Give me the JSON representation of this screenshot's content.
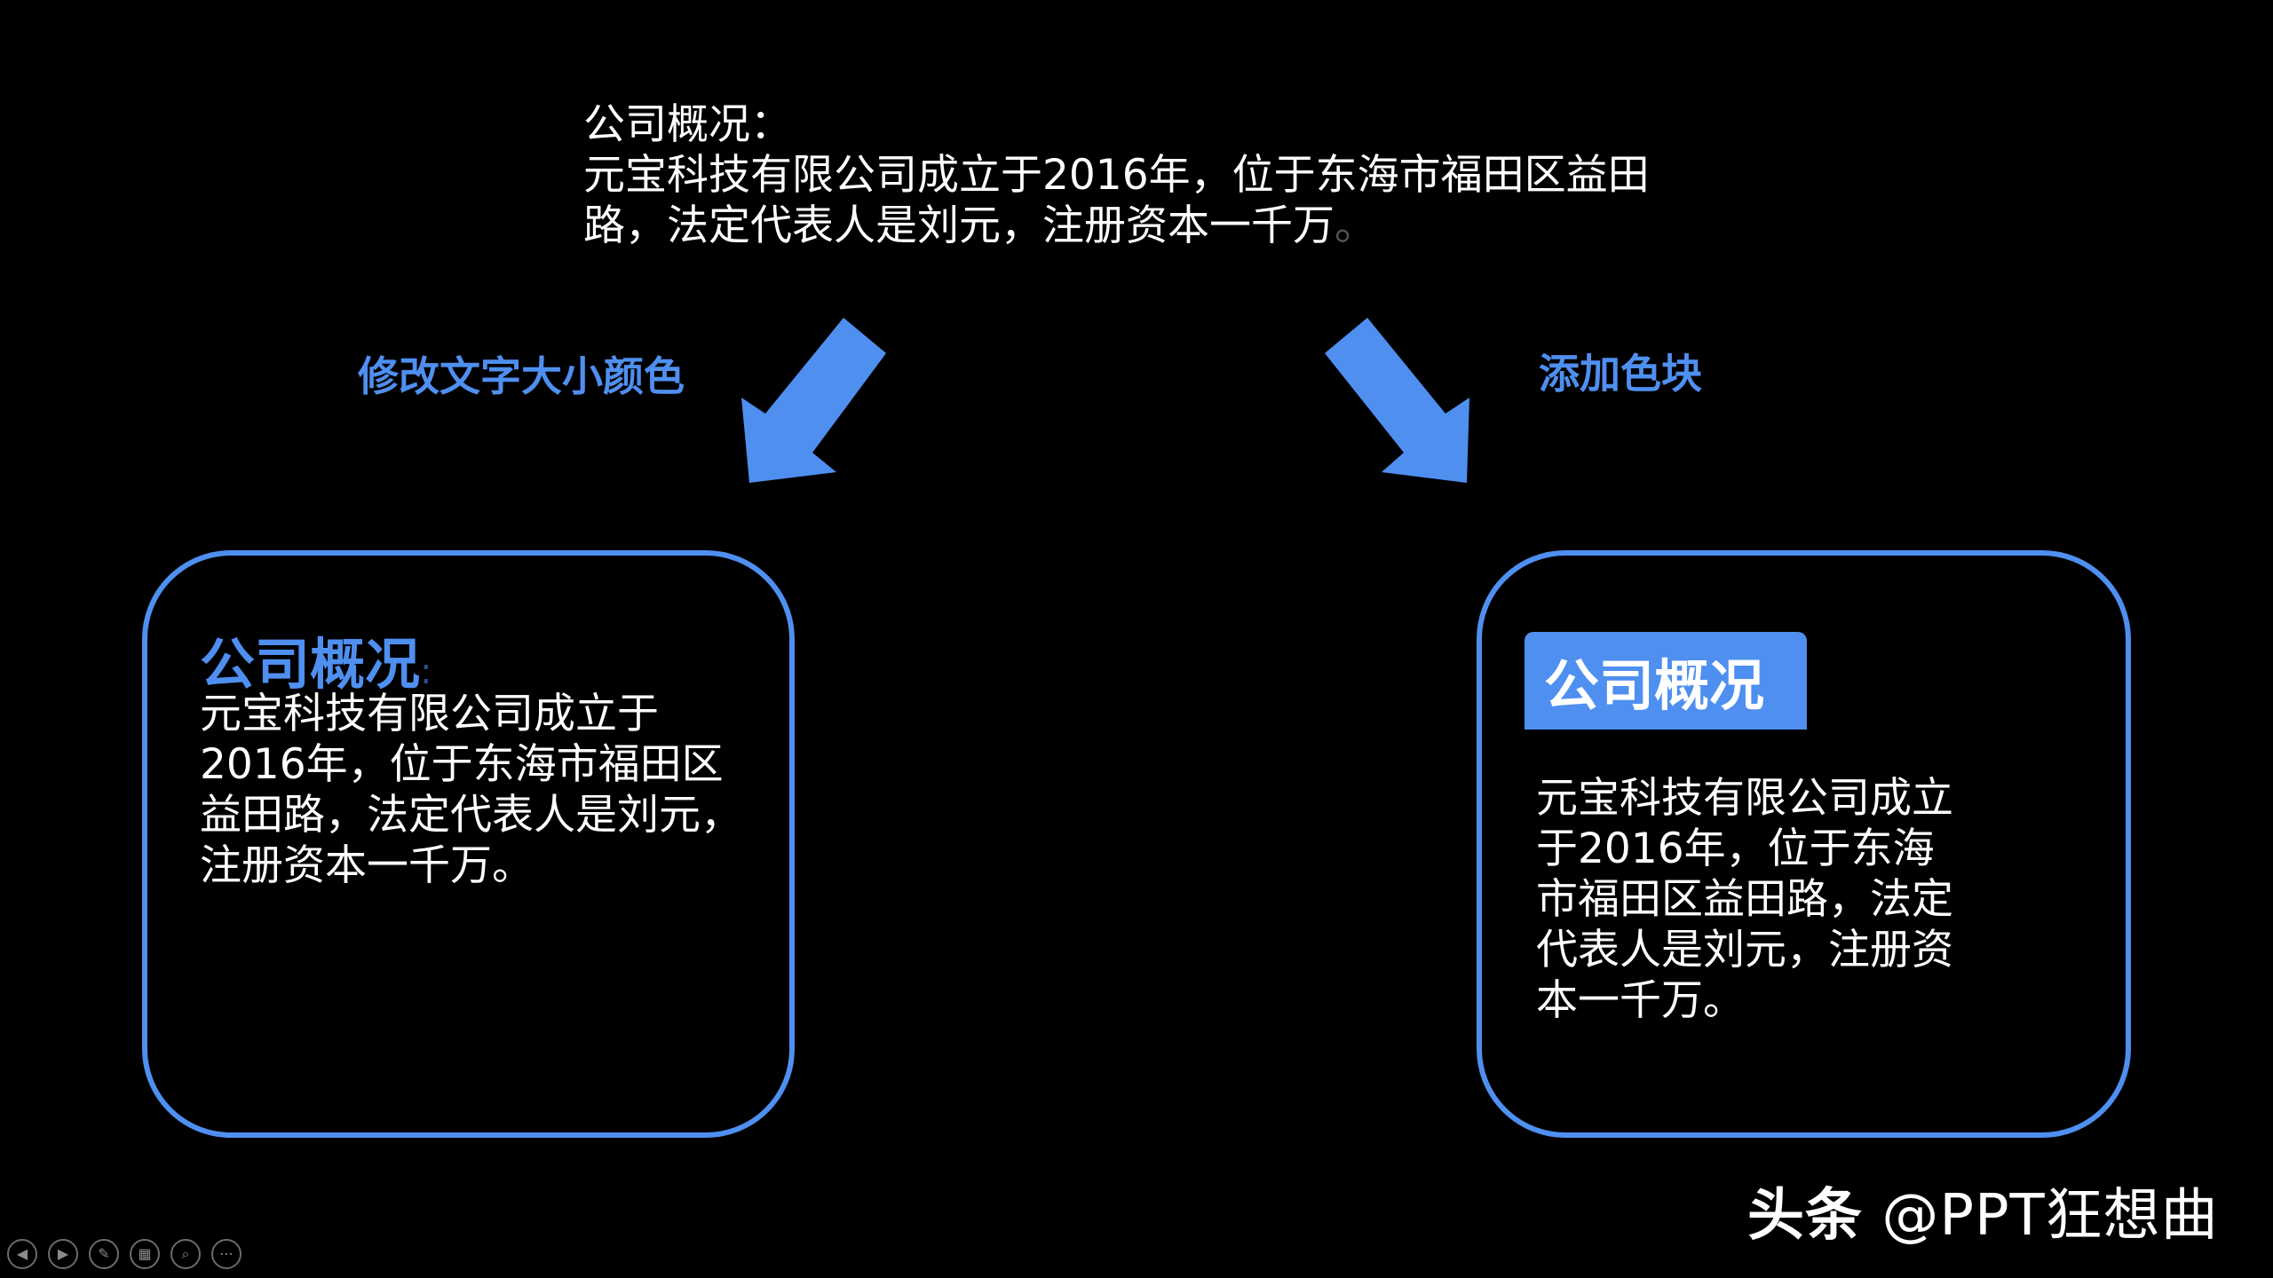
{
  "colors": {
    "background": "#000000",
    "accent": "#4f8ff0",
    "text": "#ffffff"
  },
  "top": {
    "line1": "公司概况：",
    "line2": "元宝科技有限公司成立于2016年，位于东海市福田区益田",
    "line3": "路，法定代表人是刘元，注册资本一千万",
    "line3_end": "。"
  },
  "labels": {
    "left": "修改文字大小颜色",
    "right": "添加色块"
  },
  "card_left": {
    "heading": "公司概况",
    "heading_colon": ":",
    "body_lines": [
      "元宝科技有限公司成立于",
      "2016年，位于东海市福田区",
      "益田路，法定代表人是刘元，",
      "注册资本一千万。"
    ]
  },
  "card_right": {
    "tag": "公司概况",
    "body_lines": [
      "元宝科技有限公司成立",
      "于2016年，位于东海",
      "市福田区益田路，法定",
      "代表人是刘元，注册资",
      "本一千万。"
    ]
  },
  "watermark": {
    "brand": "头条",
    "handle": "@PPT狂想曲"
  },
  "controls": [
    {
      "icon": "previous-icon",
      "glyph": "◀"
    },
    {
      "icon": "next-icon",
      "glyph": "▶"
    },
    {
      "icon": "pen-icon",
      "glyph": "✎"
    },
    {
      "icon": "slides-grid-icon",
      "glyph": "▦"
    },
    {
      "icon": "zoom-icon",
      "glyph": "⌕"
    },
    {
      "icon": "more-icon",
      "glyph": "⋯"
    }
  ]
}
